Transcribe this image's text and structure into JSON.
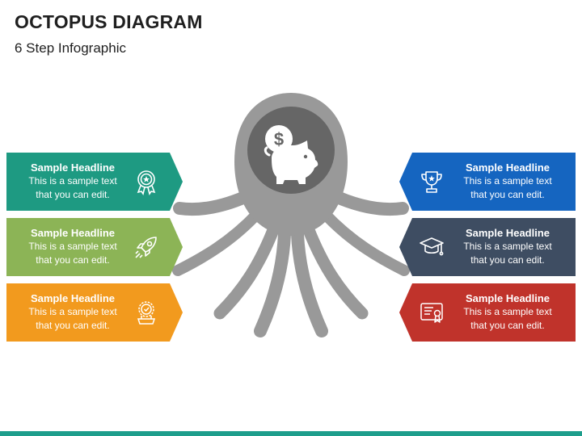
{
  "header": {
    "title": "OCTOPUS DIAGRAM",
    "subtitle": "6 Step Infographic"
  },
  "colors": {
    "teal": "#1e9a82",
    "green": "#8cb456",
    "orange": "#f29a1e",
    "blue": "#1565c0",
    "slate": "#3e4d62",
    "red": "#c0332b",
    "octopus": "#999999",
    "octopus_inner": "#666666"
  },
  "center": {
    "icon": "piggy-bank-dollar-icon"
  },
  "steps": [
    {
      "headline": "Sample Headline",
      "line1": "This is a sample text",
      "line2": "that you can edit.",
      "icon": "award-medal-icon",
      "color": "#1e9a82"
    },
    {
      "headline": "Sample Headline",
      "line1": "This is a sample text",
      "line2": "that you can edit.",
      "icon": "rocket-icon",
      "color": "#8cb456"
    },
    {
      "headline": "Sample Headline",
      "line1": "This is a sample text",
      "line2": "that you can edit.",
      "icon": "quality-badge-icon",
      "color": "#f29a1e"
    },
    {
      "headline": "Sample Headline",
      "line1": "This is a sample text",
      "line2": "that you can edit.",
      "icon": "trophy-icon",
      "color": "#1565c0"
    },
    {
      "headline": "Sample Headline",
      "line1": "This is a sample text",
      "line2": "that you can edit.",
      "icon": "graduation-cap-icon",
      "color": "#3e4d62"
    },
    {
      "headline": "Sample Headline",
      "line1": "This is a sample text",
      "line2": "that you can edit.",
      "icon": "certificate-icon",
      "color": "#c0332b"
    }
  ]
}
